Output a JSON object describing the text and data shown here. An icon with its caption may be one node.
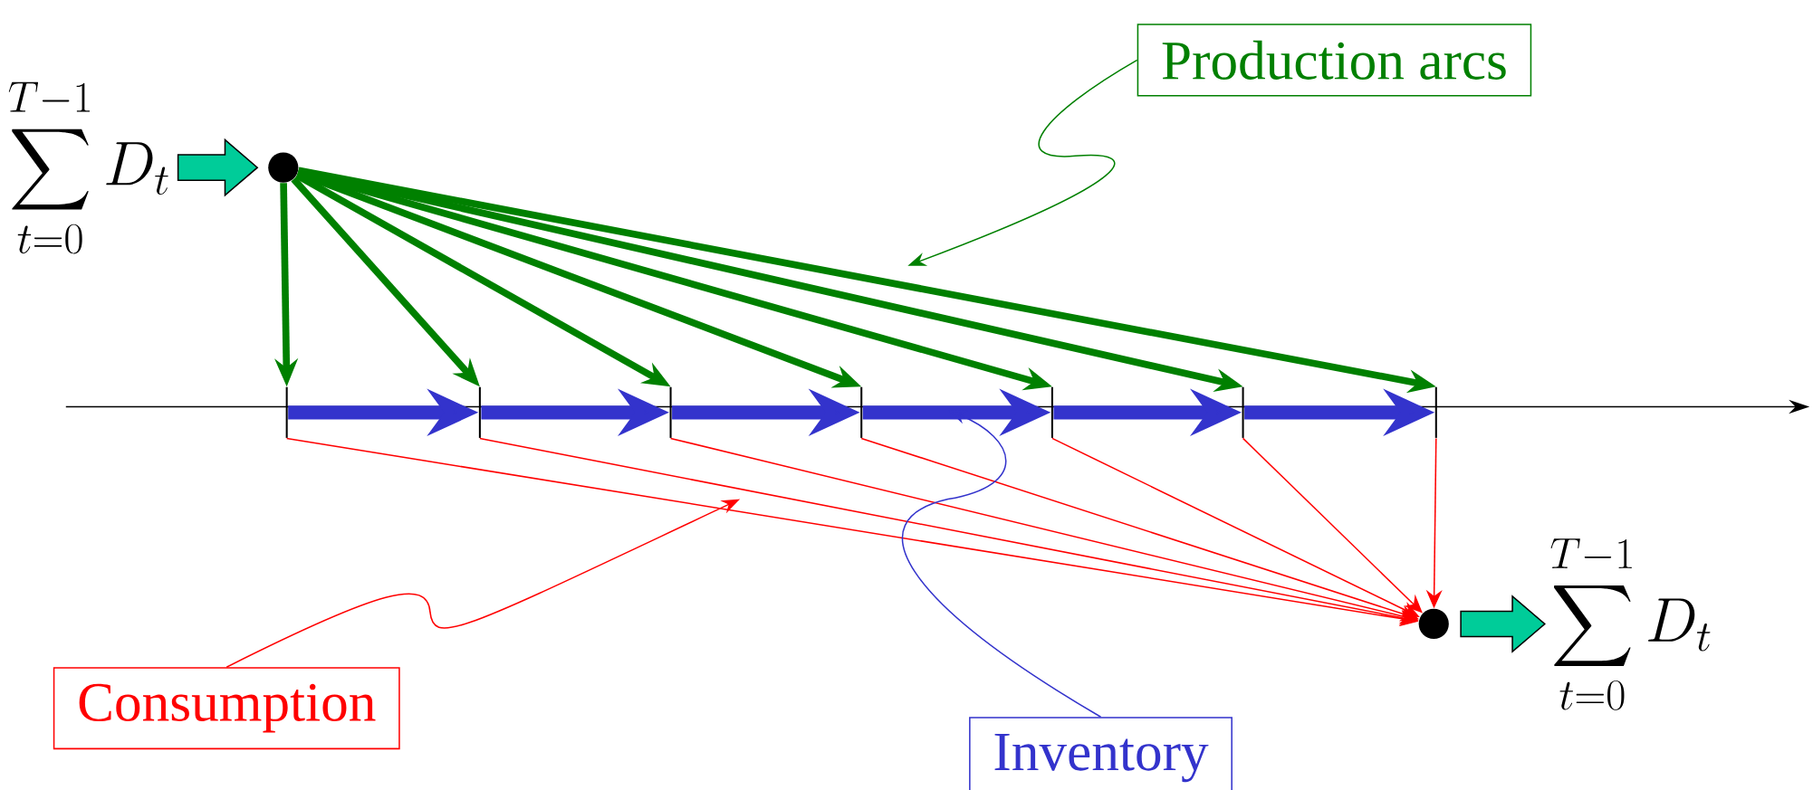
{
  "diagram": {
    "nodes": [
      {
        "text": [
          "\\sum_{t=0}^{T-1} D_t"
        ]
      },
      {
        "text": [],
        "shape": "circle"
      },
      {
        "text": [],
        "shape": "bar"
      },
      {
        "text": [],
        "shape": "bar"
      },
      {
        "text": [],
        "shape": "bar"
      },
      {
        "text": [],
        "shape": "bar"
      },
      {
        "text": [],
        "shape": "bar"
      },
      {
        "text": [],
        "shape": "bar"
      },
      {
        "text": [],
        "shape": "bar"
      },
      {
        "text": [],
        "shape": "circle"
      },
      {
        "text": [
          "\\sum_{t=0}^{T-1} D_t"
        ]
      },
      {
        "text": [
          "Production arcs"
        ]
      },
      {
        "text": [
          "Consumption"
        ]
      },
      {
        "text": [
          "Inventory"
        ]
      }
    ],
    "edges": [
      {
        "from": 0,
        "to": 1,
        "arrow": "to",
        "style": "thick",
        "color": "#00cc99"
      },
      {
        "from": 1,
        "to": 2,
        "arrow": "to",
        "color": "#008000"
      },
      {
        "from": 1,
        "to": 3,
        "arrow": "to",
        "color": "#008000"
      },
      {
        "from": 1,
        "to": 4,
        "arrow": "to",
        "color": "#008000"
      },
      {
        "from": 1,
        "to": 5,
        "arrow": "to",
        "color": "#008000"
      },
      {
        "from": 1,
        "to": 6,
        "arrow": "to",
        "color": "#008000"
      },
      {
        "from": 1,
        "to": 7,
        "arrow": "to",
        "color": "#008000"
      },
      {
        "from": 1,
        "to": 8,
        "arrow": "to",
        "color": "#008000"
      },
      {
        "from": 2,
        "to": 3,
        "arrow": "to",
        "style": "thick",
        "color": "#3333cc"
      },
      {
        "from": 3,
        "to": 4,
        "arrow": "to",
        "style": "thick",
        "color": "#3333cc"
      },
      {
        "from": 4,
        "to": 5,
        "arrow": "to",
        "style": "thick",
        "color": "#3333cc"
      },
      {
        "from": 5,
        "to": 6,
        "arrow": "to",
        "style": "thick",
        "color": "#3333cc"
      },
      {
        "from": 6,
        "to": 7,
        "arrow": "to",
        "style": "thick",
        "color": "#3333cc"
      },
      {
        "from": 7,
        "to": 8,
        "arrow": "to",
        "style": "thick",
        "color": "#3333cc"
      },
      {
        "from": 2,
        "to": 9,
        "arrow": "to",
        "color": "#ff0000"
      },
      {
        "from": 3,
        "to": 9,
        "arrow": "to",
        "color": "#ff0000"
      },
      {
        "from": 4,
        "to": 9,
        "arrow": "to",
        "color": "#ff0000"
      },
      {
        "from": 5,
        "to": 9,
        "arrow": "to",
        "color": "#ff0000"
      },
      {
        "from": 6,
        "to": 9,
        "arrow": "to",
        "color": "#ff0000"
      },
      {
        "from": 7,
        "to": 9,
        "arrow": "to",
        "color": "#ff0000"
      },
      {
        "from": 8,
        "to": 9,
        "arrow": "to",
        "color": "#ff0000"
      },
      {
        "from": 9,
        "to": 10,
        "arrow": "to",
        "style": "thick",
        "color": "#00cc99"
      },
      {
        "from": 11,
        "to": null,
        "arrow": "to",
        "color": "#008000"
      },
      {
        "from": 12,
        "to": null,
        "arrow": "to",
        "color": "#ff0000"
      },
      {
        "from": 13,
        "to": null,
        "arrow": "to",
        "color": "#3333cc"
      }
    ]
  }
}
